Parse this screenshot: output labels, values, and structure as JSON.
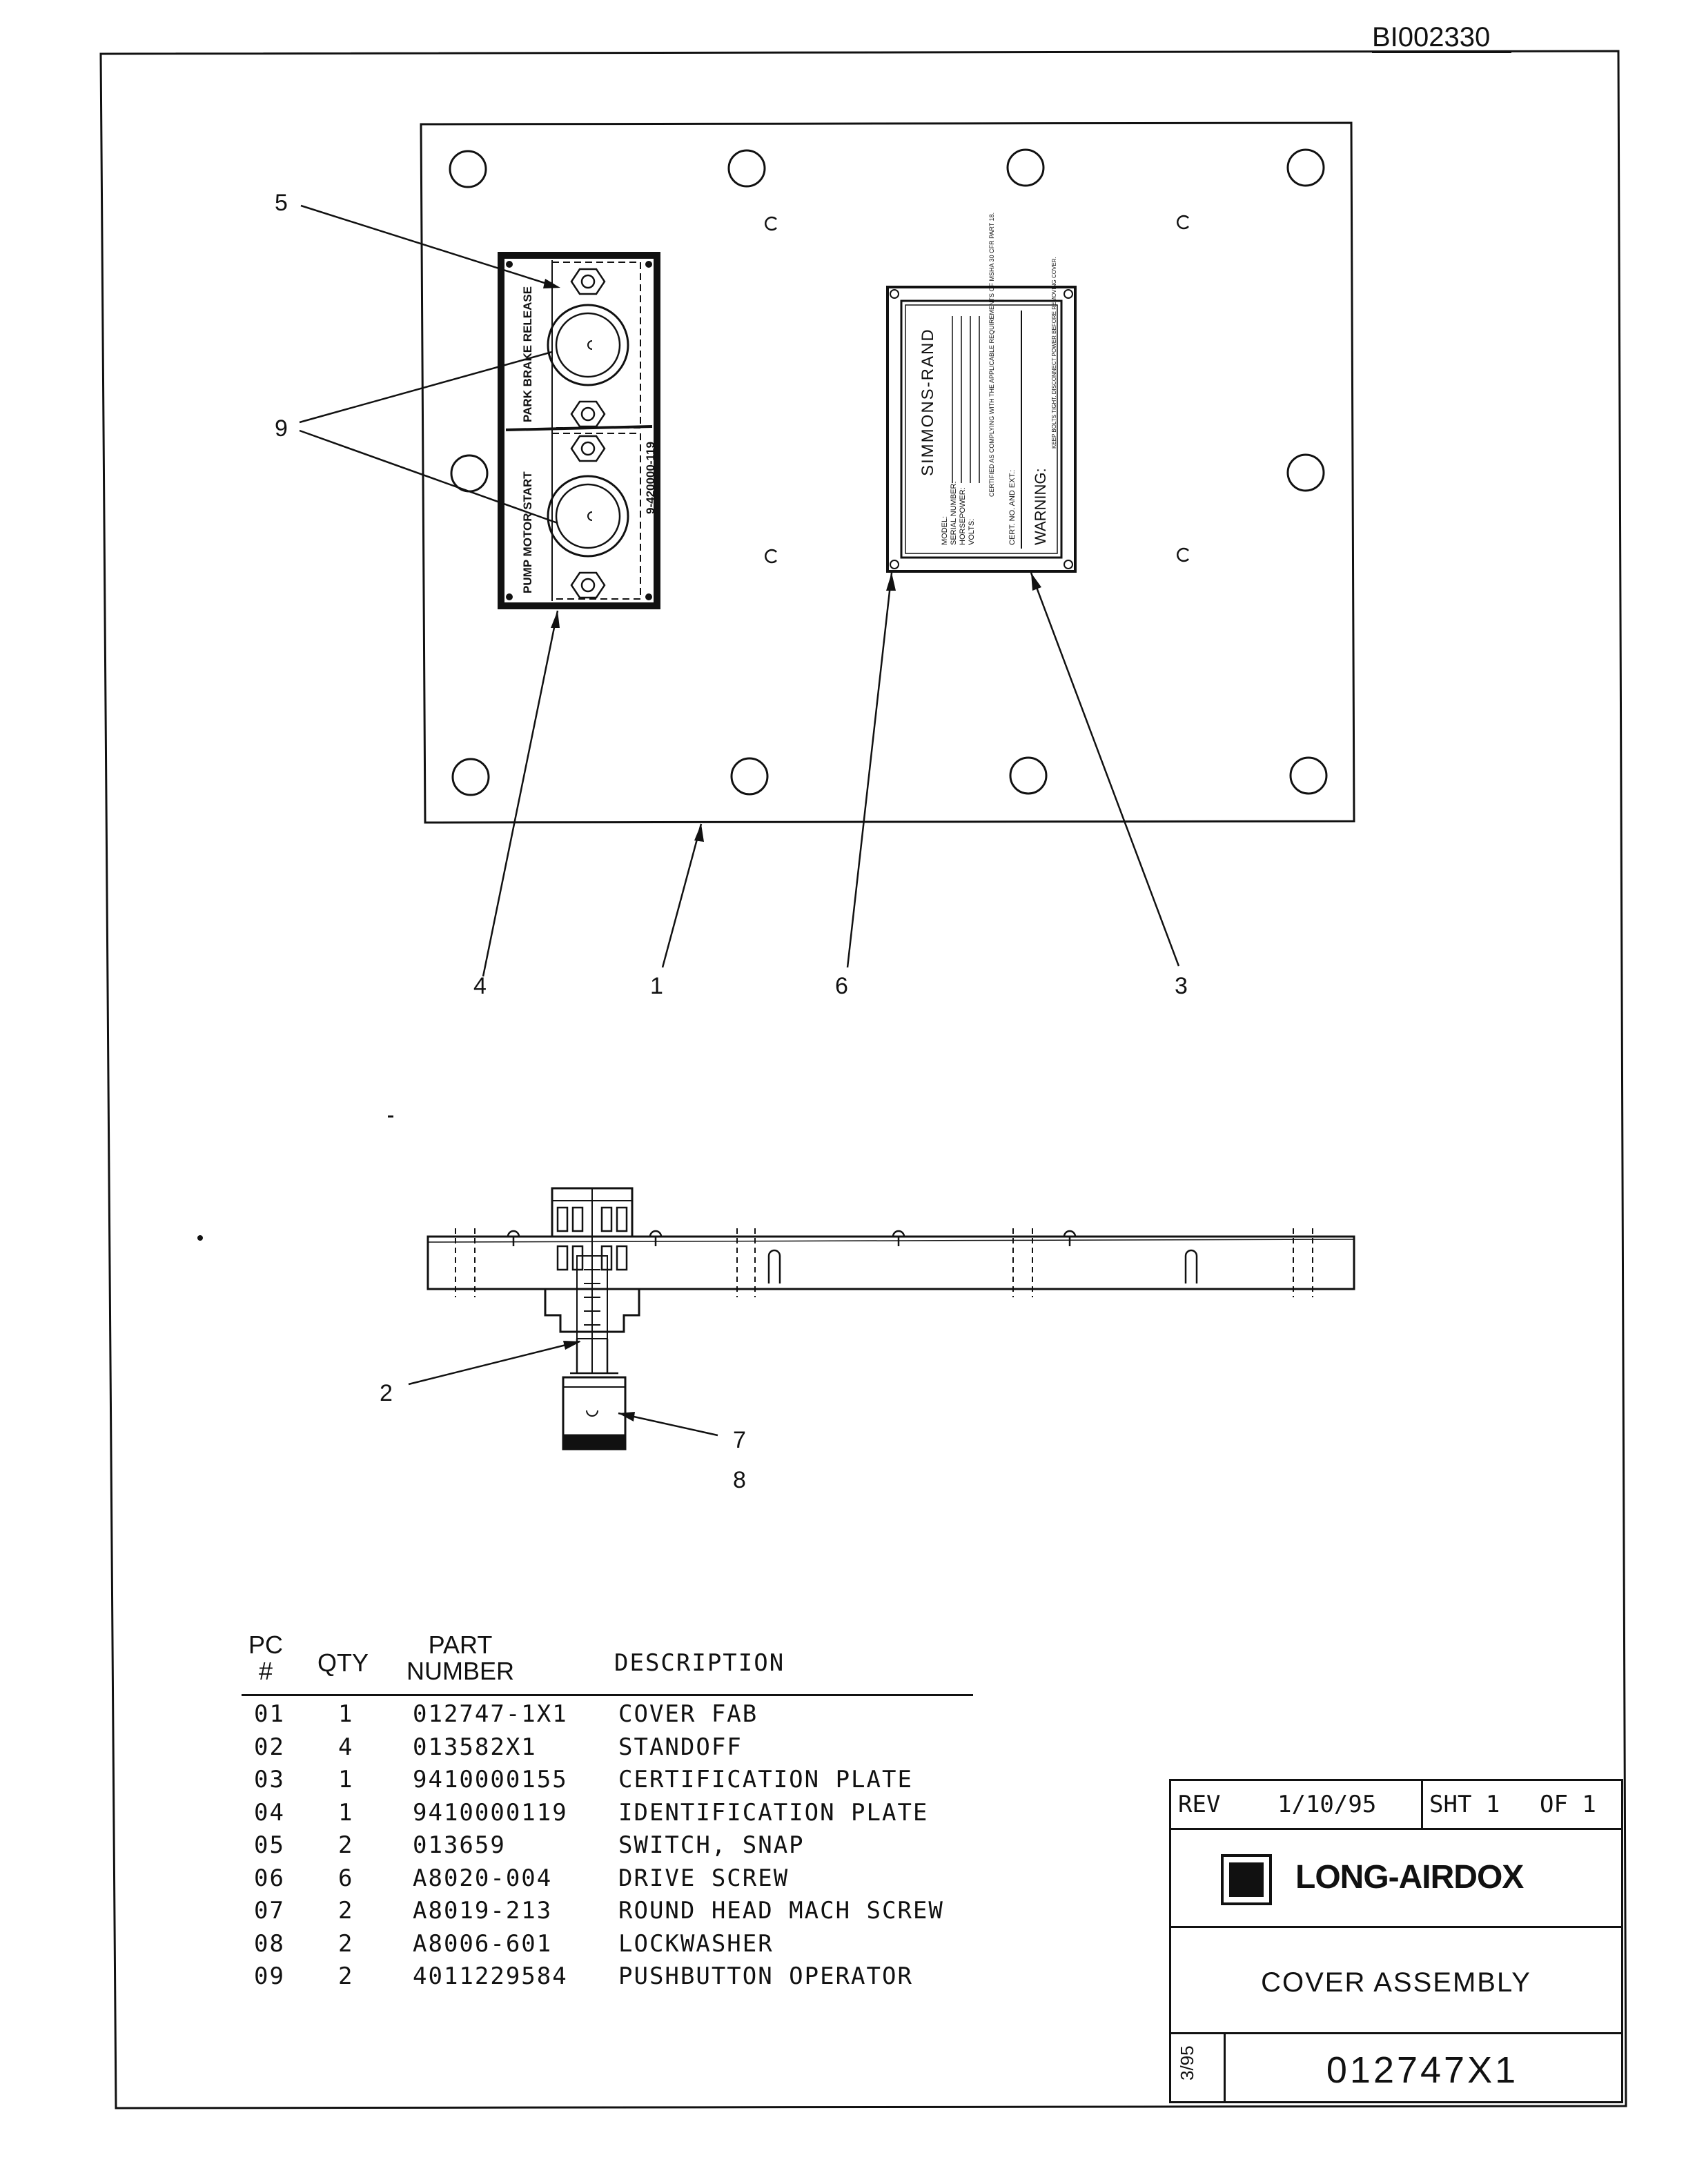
{
  "document_id": "BI002330",
  "callouts": [
    "5",
    "9",
    "4",
    "1",
    "6",
    "3",
    "2",
    "7",
    "8"
  ],
  "panel_labels": {
    "park_brake_release": "PARK BRAKE RELEASE",
    "pump_motor_start": "PUMP MOTOR START",
    "panel_part_no": "9-420000-119"
  },
  "plate": {
    "brand": "SIMMONS-RAND",
    "fields": [
      "MODEL:",
      "SERIAL NUMBER:",
      "HORSEPOWER:",
      "VOLTS:"
    ],
    "cert_text": "CERTIFIED AS COMPLYING WITH THE APPLICABLE REQUIREMENTS OF MSHA 30 CFR PART 18.",
    "cert_no": "CERT. NO. AND EXT.:",
    "warning": "WARNING:",
    "warning_text": "KEEP BOLTS TIGHT. DISCONNECT POWER BEFORE REMOVING COVER."
  },
  "parts_table": {
    "headers": {
      "pc": "PC #",
      "qty": "QTY",
      "part_number": "PART NUMBER",
      "description": "DESCRIPTION"
    },
    "rows": [
      {
        "pc": "01",
        "qty": "1",
        "part": "012747-1X1",
        "desc": "COVER FAB"
      },
      {
        "pc": "02",
        "qty": "4",
        "part": "013582X1",
        "desc": "STANDOFF"
      },
      {
        "pc": "03",
        "qty": "1",
        "part": "9410000155",
        "desc": "CERTIFICATION PLATE"
      },
      {
        "pc": "04",
        "qty": "1",
        "part": "9410000119",
        "desc": "IDENTIFICATION PLATE"
      },
      {
        "pc": "05",
        "qty": "2",
        "part": "013659",
        "desc": "SWITCH, SNAP"
      },
      {
        "pc": "06",
        "qty": "6",
        "part": "A8020-004",
        "desc": "DRIVE SCREW"
      },
      {
        "pc": "07",
        "qty": "2",
        "part": "A8019-213",
        "desc": "ROUND HEAD MACH SCREW"
      },
      {
        "pc": "08",
        "qty": "2",
        "part": "A8006-601",
        "desc": "LOCKWASHER"
      },
      {
        "pc": "09",
        "qty": "2",
        "part": "4011229584",
        "desc": "PUSHBUTTON OPERATOR"
      }
    ]
  },
  "title_block": {
    "rev_label": "REV",
    "rev_date": "1/10/95",
    "sheet": "SHT 1",
    "of": "OF 1",
    "company": "LONG-AIRDOX",
    "title": "COVER ASSEMBLY",
    "date_code": "3/95",
    "drawing_number": "012747X1"
  }
}
